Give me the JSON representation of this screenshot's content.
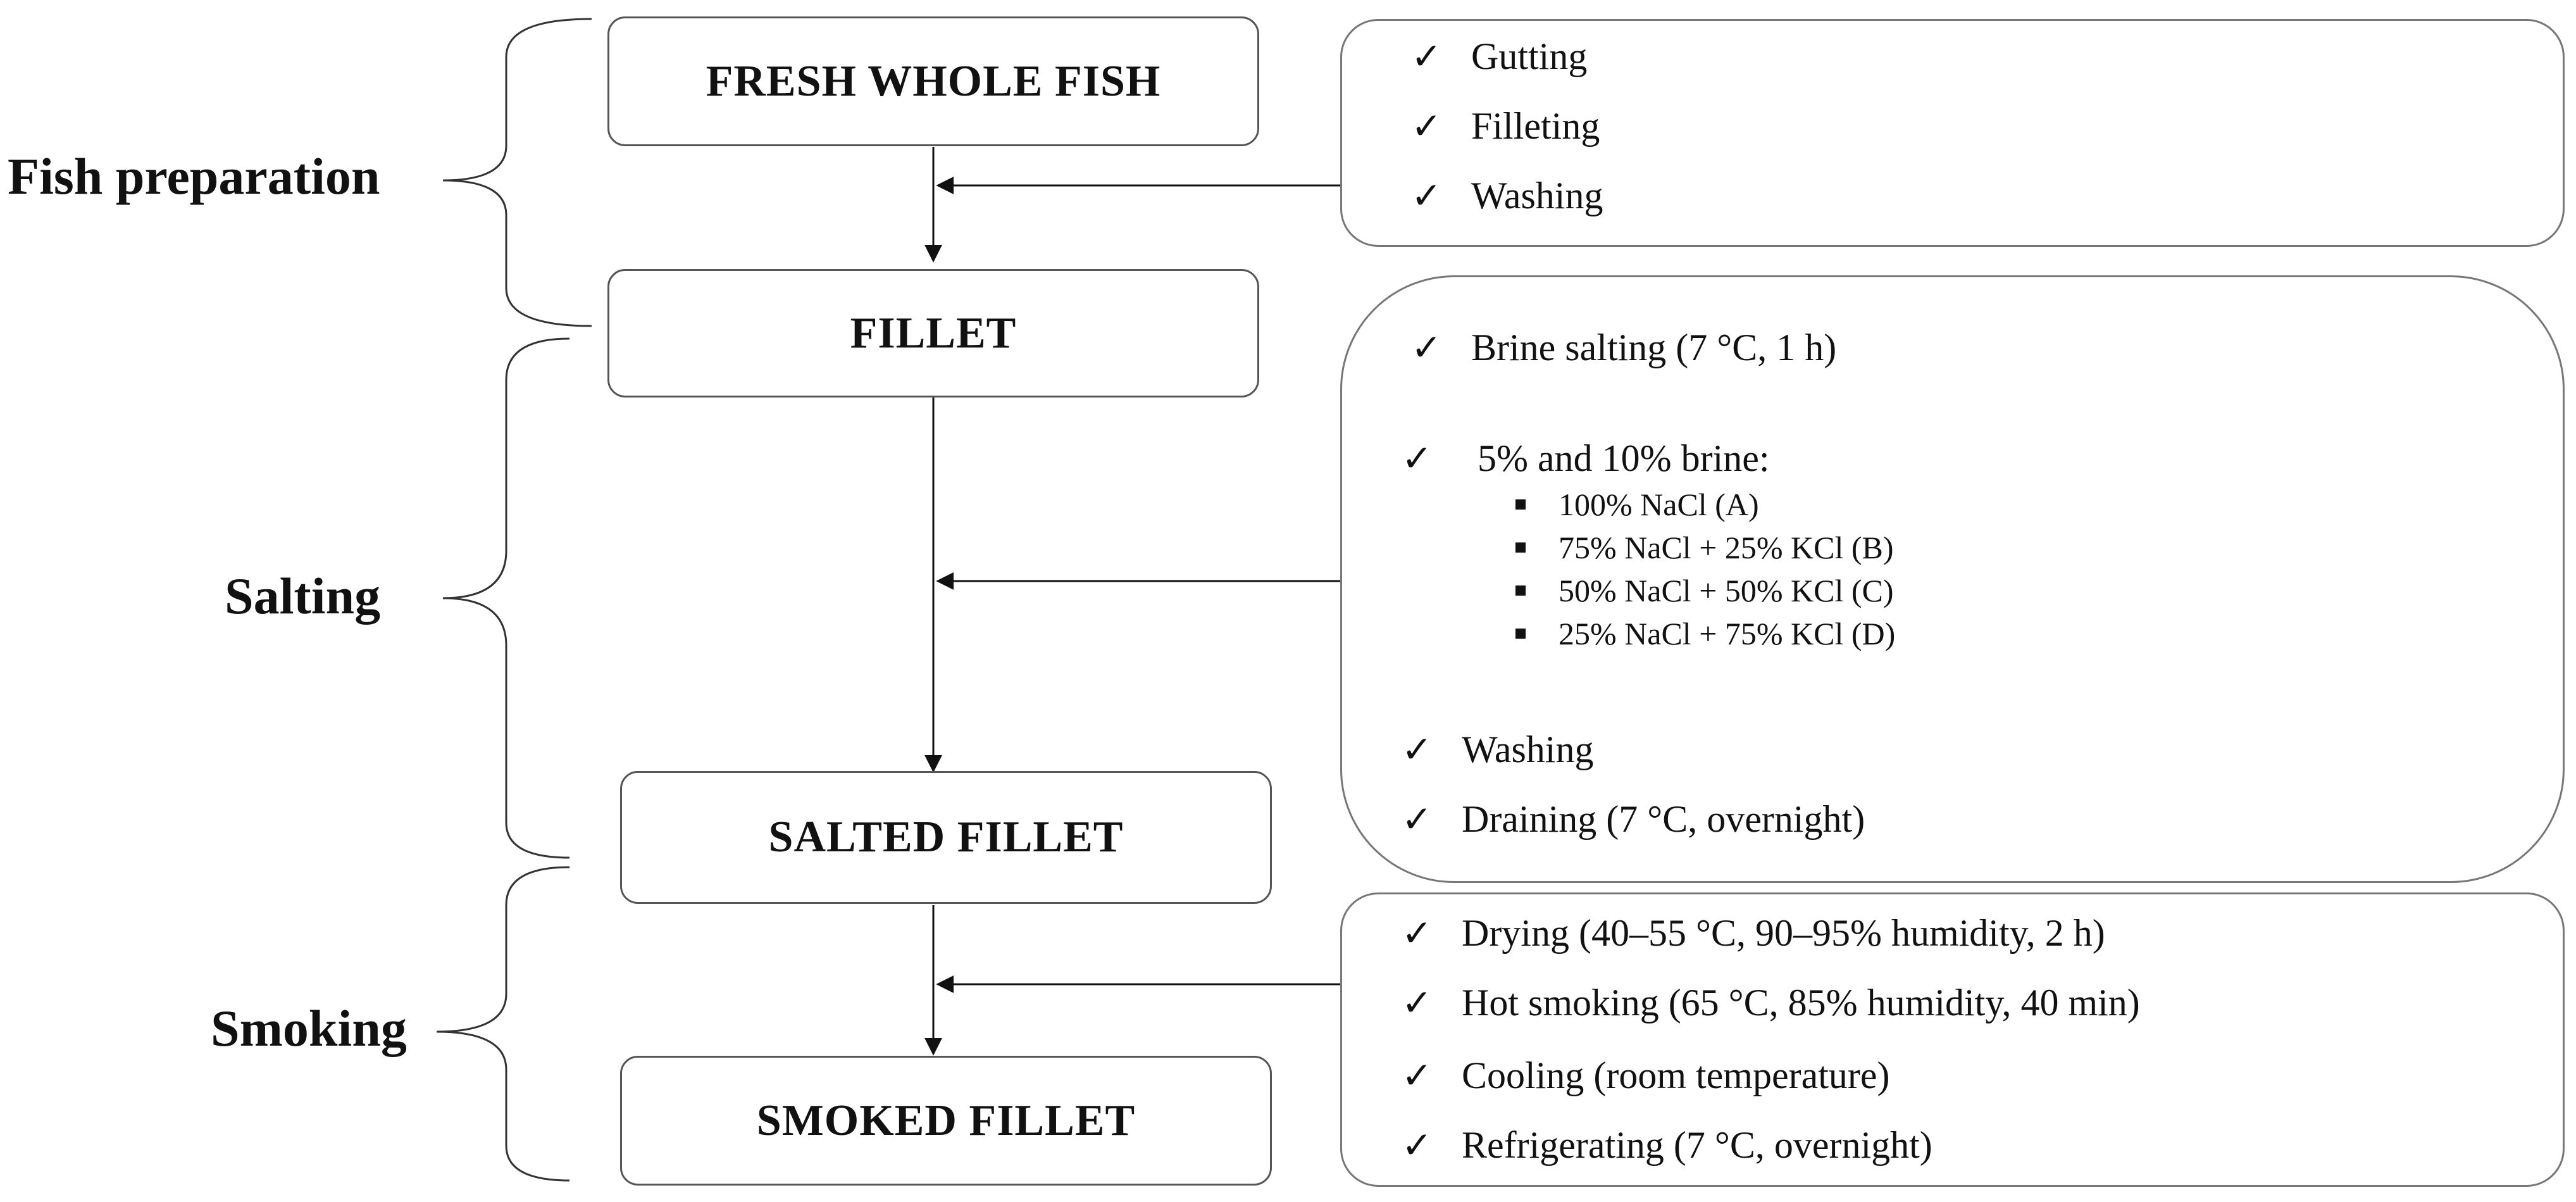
{
  "phases": {
    "preparation": "Fish preparation",
    "salting": "Salting",
    "smoking": "Smoking"
  },
  "boxes": {
    "fresh": "FRESH WHOLE FISH",
    "fillet": "FILLET",
    "salted": "SALTED FILLET",
    "smoked": "SMOKED FILLET"
  },
  "check_symbol": "✓",
  "preparation_steps": [
    "Gutting",
    "Filleting",
    "Washing"
  ],
  "salting_steps": {
    "brine_salting": "Brine salting (7 °C, 1 h)",
    "brine_header": "5% and 10% brine:",
    "brine_options": [
      "100% NaCl (A)",
      "75% NaCl + 25% KCl (B)",
      "50% NaCl + 50% KCl (C)",
      "25% NaCl + 75% KCl (D)"
    ],
    "washing": "Washing",
    "draining": "Draining (7 °C, overnight)"
  },
  "smoking_steps": [
    "Drying (40–55 °C, 90–95% humidity, 2 h)",
    "Hot smoking (65 °C, 85% humidity, 40 min)",
    "Cooling (room temperature)",
    "Refrigerating (7 °C, overnight)"
  ]
}
